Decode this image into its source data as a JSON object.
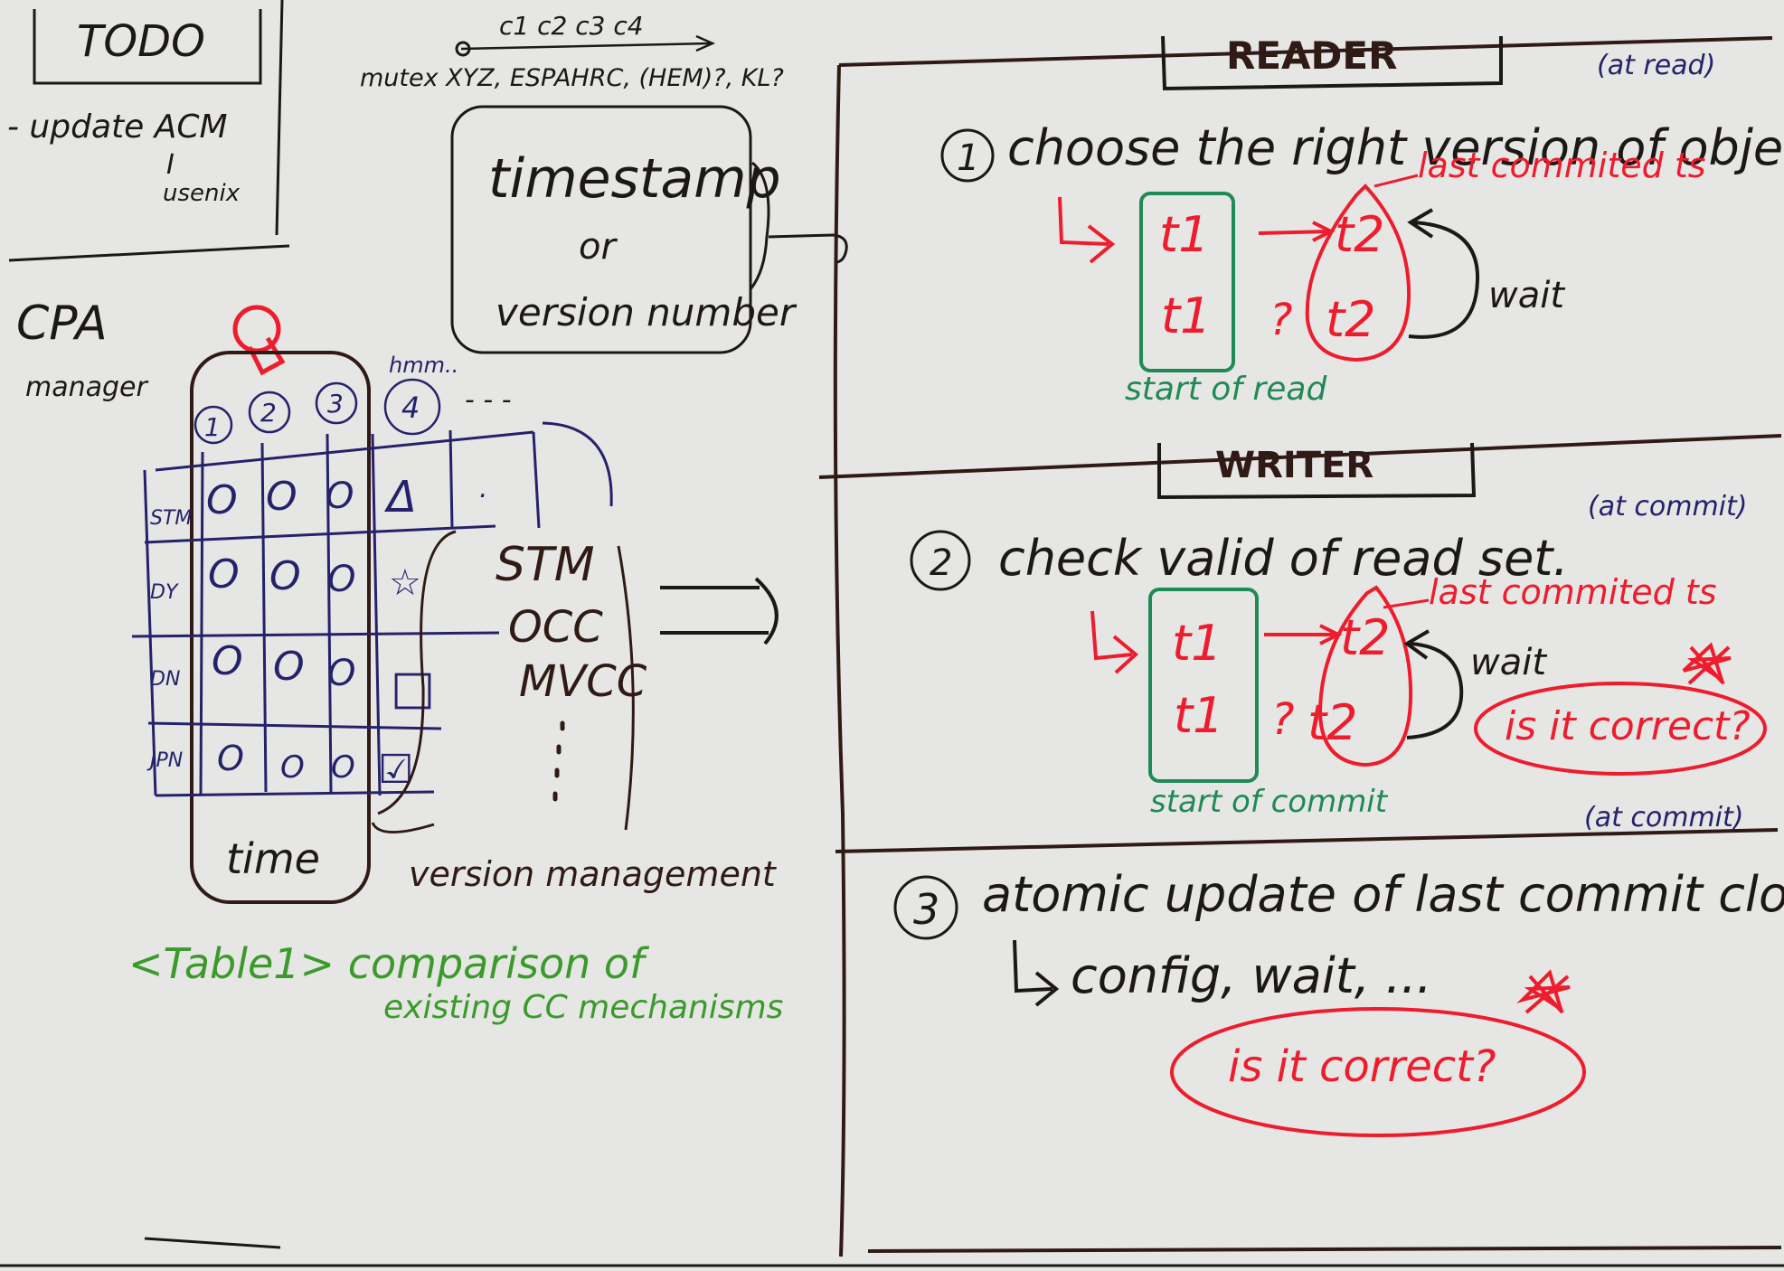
{
  "colors": {
    "board": "#e6e6e4",
    "black_marker": "#1c1816",
    "navy_marker": "#25226b",
    "red_marker": "#ee1c2c",
    "green_marker": "#1f8a55",
    "light_green_marker": "#3a9a2a",
    "brown_marker": "#2f1a16"
  },
  "todo": {
    "title": "TODO",
    "line1": "- update ACM",
    "line2": "I",
    "line3": "usenix"
  },
  "top_notes": {
    "row1": "c1  c2  c3  c4",
    "row2": "mutex  XYZ, ESPAHRC, (HEM)?, KL?"
  },
  "cpa": {
    "title": "CPA",
    "subtitle": "manager"
  },
  "timestamp_box": {
    "line1": "timestamp",
    "line2": "or",
    "line3": "version number"
  },
  "table": {
    "time_label": "time",
    "col_numbers": [
      "1",
      "2",
      "3",
      "4"
    ],
    "dots": "- - -",
    "handle_note": "hmm..",
    "row_labels": [
      "STM",
      "DY",
      "DN",
      "JPN"
    ],
    "cells": [
      [
        "O",
        "O",
        "O",
        "Δ",
        "."
      ],
      [
        "O",
        "O",
        "O",
        "☆",
        ""
      ],
      [
        "O",
        "O",
        "O",
        "□",
        ""
      ],
      [
        "O",
        "O",
        "O",
        "☑",
        ""
      ]
    ],
    "mechanisms": [
      "STM",
      "OCC",
      "MVCC"
    ],
    "version_management": "version management",
    "caption_line1": "<Table1> comparison of",
    "caption_line2": "existing CC mechanisms"
  },
  "reader": {
    "header": "READER",
    "note": "(at read)",
    "step": "1",
    "step_text": "choose the right version of object",
    "last_committed": "last commited ts",
    "t1_top": "t1",
    "t1_bottom": "t1",
    "t2_top": "t2",
    "t2_bottom": "t2",
    "question": "?",
    "wait": "wait",
    "start_label": "start of read"
  },
  "writer": {
    "header": "WRITER",
    "note": "(at commit)",
    "step": "2",
    "step_text": "check valid of read set.",
    "last_committed": "last commited ts",
    "t1_top": "t1",
    "t1_bottom": "t1",
    "t2_top": "t2",
    "t2_bottom": "t2",
    "question": "?",
    "wait": "wait",
    "correct_check": "is it correct?",
    "start_label": "start of commit",
    "note_bottom": "(at commit)"
  },
  "atomic": {
    "step": "3",
    "step_text": "atomic update of last commit clock",
    "sub_text": "config, wait, ...",
    "correct_check": "is it correct?"
  }
}
